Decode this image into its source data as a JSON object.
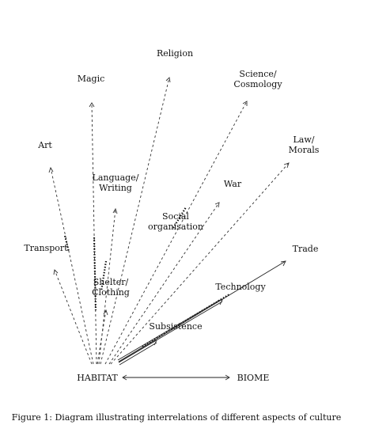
{
  "diagram": {
    "nodes": {
      "religion": "Religion",
      "magic": "Magic",
      "science_1": "Science/",
      "science_2": "Cosmology",
      "art": "Art",
      "law_1": "Law/",
      "law_2": "Morals",
      "language_1": "Language/",
      "language_2": "Writing",
      "war": "War",
      "social_1": "Social",
      "social_2": "organisation",
      "transport": "Transport",
      "trade": "Trade",
      "shelter_1": "Shelter/",
      "shelter_2": "Clothing",
      "technology": "Technology",
      "subsistence": "Subsistence",
      "habitat": "HABITAT",
      "biome": "BIOME"
    }
  },
  "caption": "Figure 1: Diagram illustrating interrelations of different aspects of culture"
}
